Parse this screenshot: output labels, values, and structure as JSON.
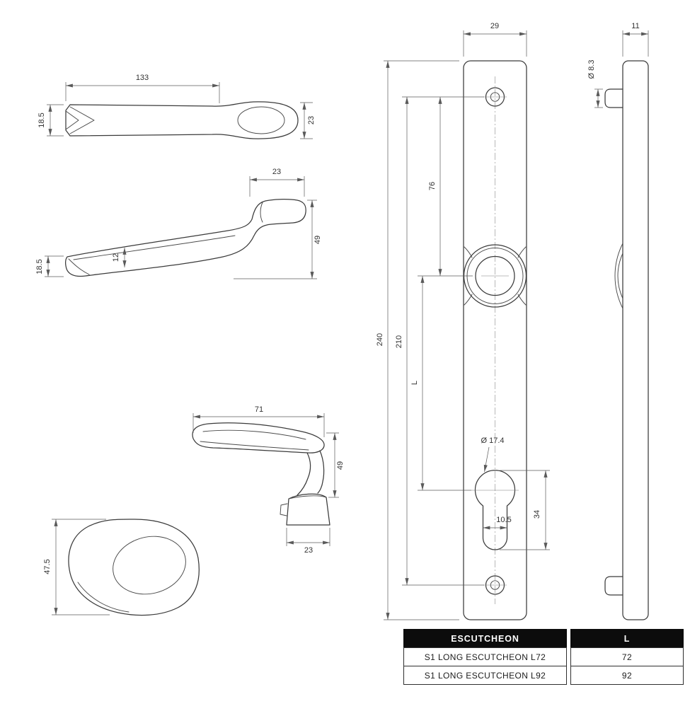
{
  "views": {
    "handle_top": {
      "length": "133",
      "width_left": "18.5",
      "width_right": "23"
    },
    "handle_side": {
      "boss_width": "23",
      "arm_thickness": "12",
      "tip_height": "18.5",
      "height": "49"
    },
    "handle_rear": {
      "grip_length": "71",
      "height": "49",
      "base_width": "23"
    },
    "rose_top": {
      "width": "47.5"
    },
    "escutcheon_front": {
      "plate_width": "29",
      "total_height": "240",
      "screw_spacing": "210",
      "top_to_rose": "76",
      "rose_to_cylinder": "L",
      "cylinder_diameter": "Ø 17.4",
      "slot_width": "10.5",
      "cylinder_height": "34"
    },
    "escutcheon_side": {
      "thickness": "11",
      "pin_diameter": "Ø 8.3"
    }
  },
  "table": {
    "headers": [
      "ESCUTCHEON",
      "L"
    ],
    "rows": [
      {
        "name": "S1 LONG ESCUTCHEON L72",
        "value": "72"
      },
      {
        "name": "S1 LONG ESCUTCHEON L92",
        "value": "92"
      }
    ]
  },
  "colors": {
    "line": "#3b3b3b",
    "table_header_bg": "#0c0c0c",
    "table_header_text": "#ffffff"
  }
}
